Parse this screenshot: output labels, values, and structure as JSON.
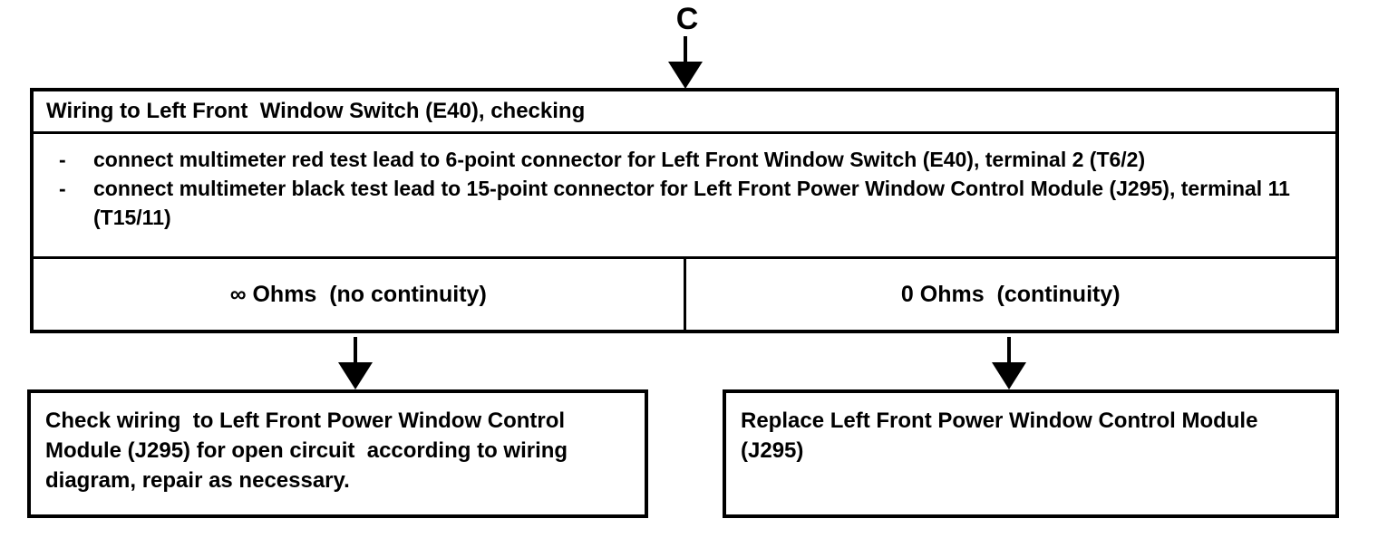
{
  "connector_label": "C",
  "main_box": {
    "title": "Wiring to Left Front  Window Switch (E40), checking",
    "bullet_marker": "-",
    "steps": [
      "connect multimeter red test lead to 6-point connector for Left Front Window Switch (E40), terminal 2 (T6/2)",
      "connect multimeter black test lead to 15-point connector for Left Front Power Window Control Module (J295), terminal 11 (T15/11)"
    ],
    "results": [
      {
        "label": "∞ Ohms  (no continuity)"
      },
      {
        "label": "0 Ohms  (continuity)"
      }
    ]
  },
  "outcome_boxes": [
    {
      "text": "Check wiring  to Left Front Power Window Control Module (J295) for open circuit  according to wiring diagram, repair as necessary."
    },
    {
      "text": "Replace Left Front Power Window Control Module (J295)"
    }
  ],
  "colors": {
    "line": "#000000",
    "background": "#ffffff"
  }
}
